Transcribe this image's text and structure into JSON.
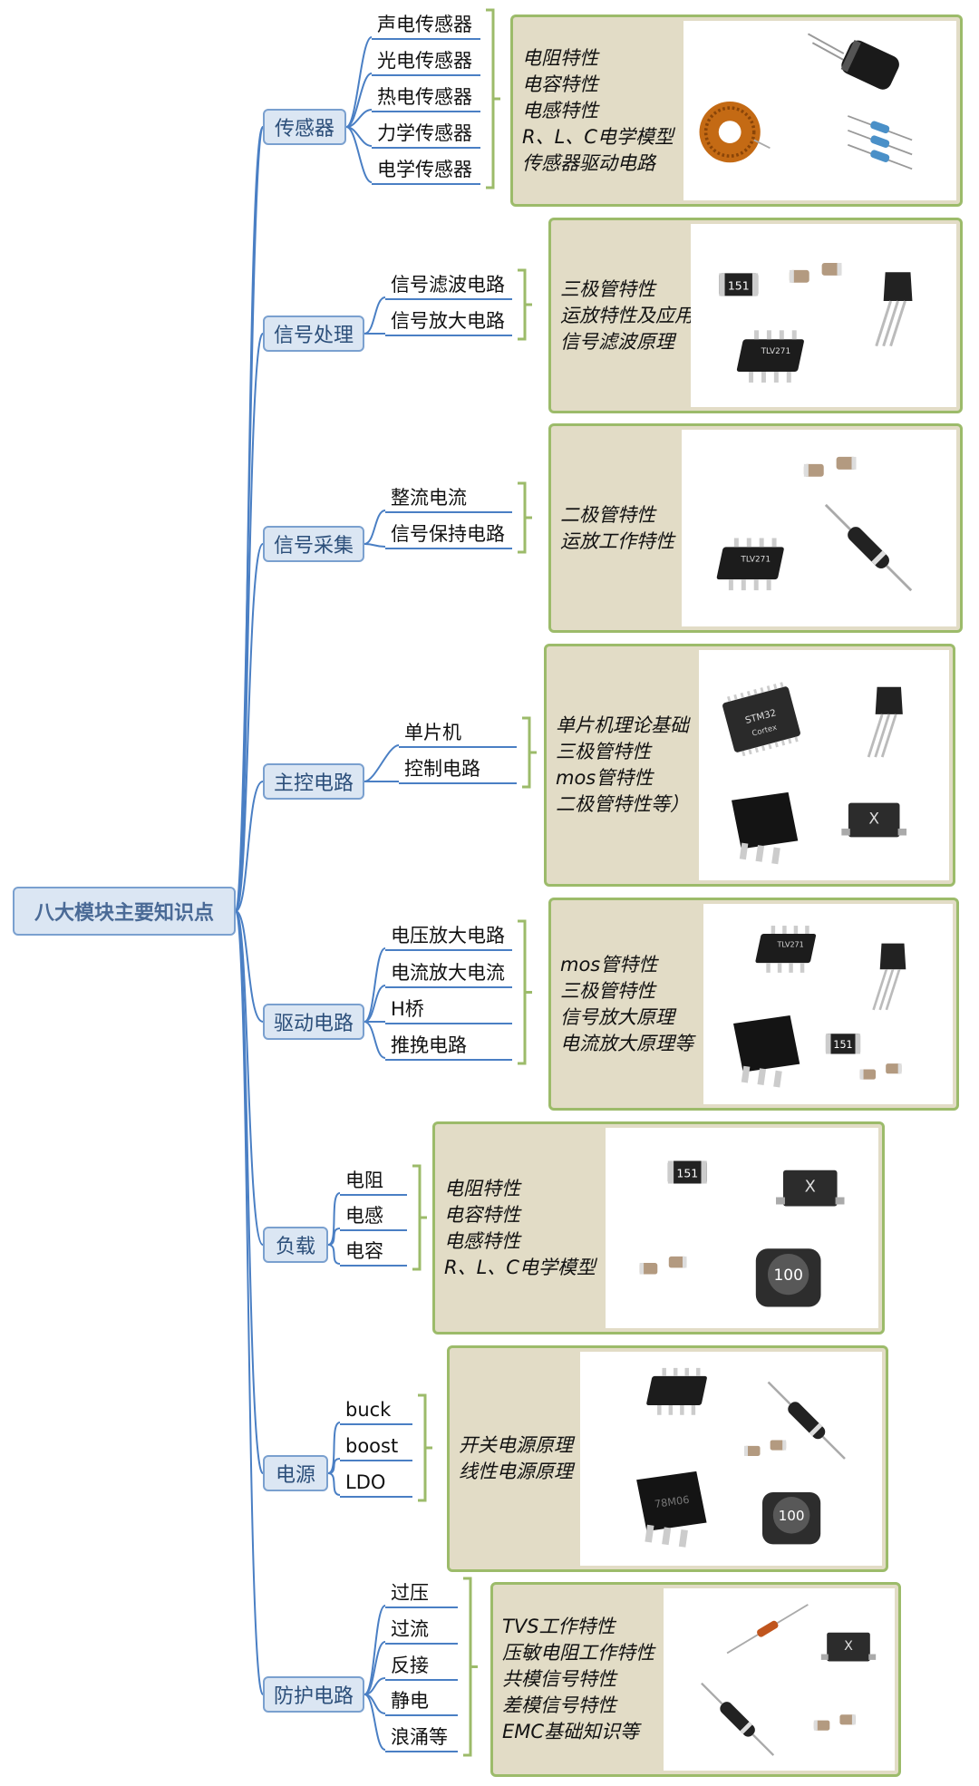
{
  "root": {
    "label": "八大模块主要知识点"
  },
  "modules": [
    {
      "name": "传感器",
      "subs": [
        "声电传感器",
        "光电传感器",
        "热电传感器",
        "力学传感器",
        "电学传感器"
      ],
      "knowledge": [
        "电阻特性",
        "电容特性",
        "电感特性",
        "R、L、C电学模型",
        "传感器驱动电路"
      ],
      "components": [
        "electrolytic-capacitor",
        "toroid-inductor",
        "resistors"
      ]
    },
    {
      "name": "信号处理",
      "subs": [
        "信号滤波电路",
        "信号放大电路"
      ],
      "knowledge": [
        "三极管特性",
        "运放特性及应用",
        "信号滤波原理"
      ],
      "components": [
        "smd-resistor-151",
        "smd-capacitors",
        "to92-transistor",
        "soic-opamp"
      ]
    },
    {
      "name": "信号采集",
      "subs": [
        "整流电流",
        "信号保持电路"
      ],
      "knowledge": [
        "二极管特性",
        "运放工作特性"
      ],
      "components": [
        "smd-capacitors",
        "soic-opamp",
        "axial-diode"
      ]
    },
    {
      "name": "主控电路",
      "subs": [
        "单片机",
        "控制电路"
      ],
      "knowledge": [
        "单片机理论基础",
        "三极管特性",
        "mos管特性",
        "二极管特性等）"
      ],
      "components": [
        "stm32-mcu",
        "to92-transistor",
        "dpak-mosfet",
        "smd-diode"
      ]
    },
    {
      "name": "驱动电路",
      "subs": [
        "电压放大电路",
        "电流放大电流",
        "H桥",
        "推挽电路"
      ],
      "knowledge": [
        "mos管特性",
        "三极管特性",
        "信号放大原理",
        "电流放大原理等"
      ],
      "components": [
        "soic-opamp",
        "to92-transistor",
        "dpak-mosfet",
        "smd-resistor-151",
        "smd-capacitors"
      ]
    },
    {
      "name": "负载",
      "subs": [
        "电阻",
        "电感",
        "电容"
      ],
      "knowledge": [
        "电阻特性",
        "电容特性",
        "电感特性",
        "R、L、C电学模型"
      ],
      "components": [
        "smd-resistor-151",
        "smd-diode",
        "smd-capacitors",
        "power-inductor-100"
      ]
    },
    {
      "name": "电源",
      "subs": [
        "buck",
        "boost",
        "LDO"
      ],
      "knowledge": [
        "开关电源原理",
        "线性电源原理"
      ],
      "components": [
        "soic-ic",
        "axial-diode",
        "smd-capacitors",
        "dpak-regulator",
        "power-inductor-100"
      ]
    },
    {
      "name": "防护电路",
      "subs": [
        "过压",
        "过流",
        "反接",
        "静电",
        "浪涌等"
      ],
      "knowledge": [
        "TVS工作特性",
        "压敏电阻工作特性",
        "共模信号特性",
        "差模信号特性",
        "EMC基础知识等"
      ],
      "components": [
        "glass-diode",
        "smd-diode",
        "axial-diode",
        "smd-capacitors"
      ]
    }
  ],
  "pic_labels": {
    "r151": "151",
    "l100": "100",
    "stm": "STM32",
    "cortex": "Cortex",
    "ti": "TLV271",
    "reg": "78M06"
  },
  "colors": {
    "connector": "#4a7fc4",
    "module_fill": "#dbe6f3",
    "box_fill": "#e2dcc6",
    "box_border": "#9cbb6a"
  }
}
